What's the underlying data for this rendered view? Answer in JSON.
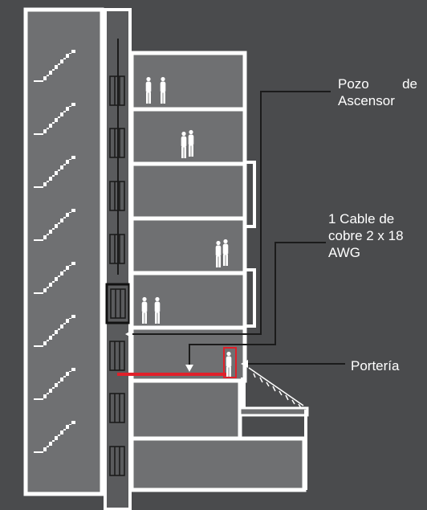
{
  "labels": {
    "pozo_line1_a": "Pozo",
    "pozo_line1_b": "de",
    "pozo_line2": "Ascensor",
    "cable_line1": "1 Cable de",
    "cable_line2": "cobre 2 x 18",
    "cable_line3": "AWG",
    "porteria": "Portería"
  },
  "colors": {
    "background": "#4a4b4d",
    "outline": "#ffffff",
    "floor_fill": "#6f7072",
    "shaft_fill": "#5a5b5d",
    "leader": "#1b1b1b",
    "cable": "#e0202a",
    "car_border": "#111111",
    "label_text": "#ffffff"
  }
}
